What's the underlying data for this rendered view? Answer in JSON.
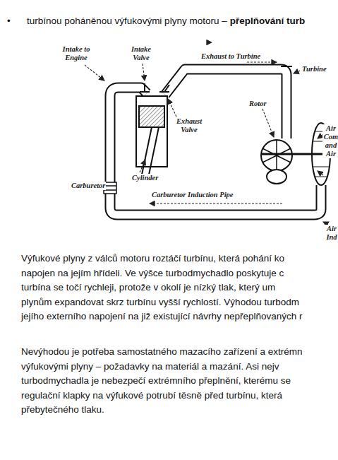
{
  "diagram": {
    "labels": [
      "•",
      "turbínou poháněnou výfukovými plyny motoru –",
      "přeplňování turb",
      "Intake to Engine",
      "Intake Valve",
      "Exhaust to Turbine",
      "Turbine",
      "Rotor",
      "Exhaust Valve",
      "Air Com and Air",
      "Cylinder",
      "Carburetor",
      "Carburetor Induction Pipe",
      "Air Ind",
      "Výfukové plyny z válců motoru roztáčí turbínu, která pohání ko",
      "napojen na jejím hřídeli. Ve výšce turbodmychadlo poskytuje c",
      "turbína se točí rychleji, protože v okolí je nízký tlak, který um",
      "plynům expandovat skrz turbínu vyšší rychlostí. Výhodou turbodm",
      "jejího externího napojení na již existující návrhy nepřeplňovaných r",
      "Nevýhodou je potřeba samostatného mazacího zařízení a extrémn",
      "výfukovými plyny – požadavky na materiál a mazání. Asi nejv",
      "turbodmychadla je nebezpečí extrémního přeplnění, kterému se",
      "regulační klapky na výfukové potrubí těsně před turbínu, která",
      "přebytečného tlaku."
    ]
  }
}
